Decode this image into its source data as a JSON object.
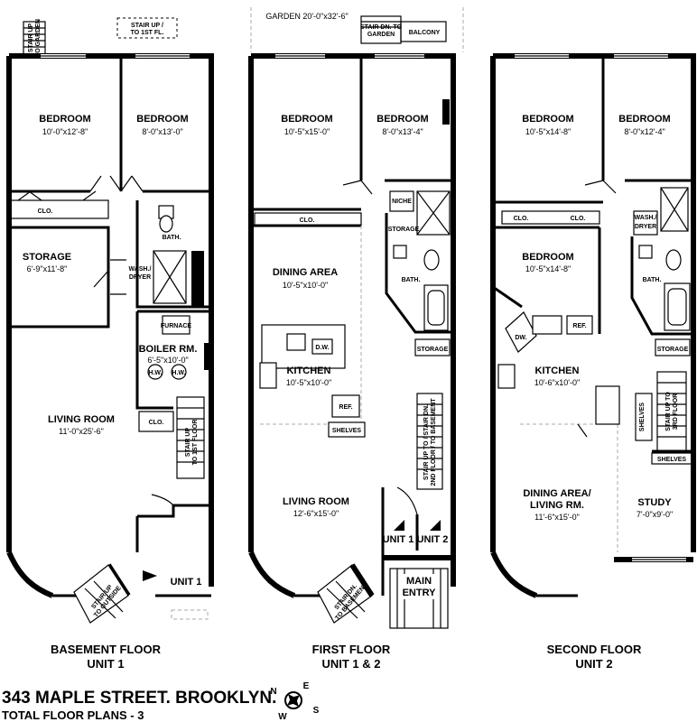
{
  "garden": "GARDEN  20'-0\"x32'-6\"",
  "balcony": "BALCONY",
  "basement": {
    "bed1": "BEDROOM",
    "bed1_dim": "10'-0\"x12'-8\"",
    "bed2": "BEDROOM",
    "bed2_dim": "8'-0\"x13'-0\"",
    "storage": "STORAGE",
    "storage_dim": "6'-9\"x11'-8\"",
    "clo1": "CLO.",
    "bath": "BATH.",
    "wash1": "WASH./",
    "wash2": "DRYER",
    "furnace": "FURNACE",
    "boiler": "BOILER RM.",
    "boiler_dim": "6'-5\"x10'-0\"",
    "hw": "H.W.",
    "clo2": "CLO.",
    "living": "LIVING ROOM",
    "living_dim": "11'-0\"x25'-6\"",
    "stair_garden1": "STAIR UP",
    "stair_garden2": "TO GARDEN",
    "stair_first1": "STAIR UP / ",
    "stair_first2": "TO 1ST FL.",
    "stair_floor1": "STAIR UP",
    "stair_floor2": "TO 1ST FLOOR",
    "stair_out1": "STAIR UP",
    "stair_out2": "TO OUTSIDE",
    "unit": "UNIT 1",
    "caption1": "BASEMENT FLOOR",
    "caption2": "UNIT 1"
  },
  "first": {
    "bed1": "BEDROOM",
    "bed1_dim": "10'-5\"x15'-0\"",
    "bed2": "BEDROOM",
    "bed2_dim": "8'-0\"x13'-4\"",
    "stair_garden1": "STAIR DN. TO",
    "stair_garden2": "GARDEN",
    "niche": "NICHE",
    "clo": "CLO.",
    "storage1": "STORAGE",
    "bath": "BATH.",
    "dining": "DINING AREA",
    "dining_dim": "10'-5\"x10'-0\"",
    "dw": "D.W.",
    "kitchen": "KITCHEN",
    "kitchen_dim": "10'-5\"x10'-0\"",
    "ref": "REF.",
    "shelves": "SHELVES",
    "storage2": "STORAGE",
    "stair_updn1": "STAIR UP TO / STAIR DN.",
    "stair_updn2": "2ND FLOOR / TO BASEMENT",
    "living": "LIVING ROOM",
    "living_dim": "12'-6\"x15'-0\"",
    "unit1": "UNIT 1",
    "unit2": "UNIT 2",
    "main1": "MAIN",
    "main2": "ENTRY",
    "stair_dn1": "STAIR DN.",
    "stair_dn2": "TO BASEMENT",
    "caption1": "FIRST FLOOR",
    "caption2": "UNIT 1 & 2"
  },
  "second": {
    "bed1": "BEDROOM",
    "bed1_dim": "10'-5\"x14'-8\"",
    "bed2": "BEDROOM",
    "bed2_dim": "8'-0\"x12'-4\"",
    "clo1": "CLO.",
    "clo2": "CLO.",
    "wash1": "WASH./",
    "wash2": "DRYER",
    "bed3": "BEDROOM",
    "bed3_dim": "10'-5\"x14'-8\"",
    "bath": "BATH.",
    "dw": "DW.",
    "ref": "REF.",
    "kitchen": "KITCHEN",
    "kitchen_dim": "10'-6\"x10'-0\"",
    "storage": "STORAGE",
    "shelves": "SHELVES",
    "shelves_v": "SHELVES",
    "stair_up1": "STAIR UP TO",
    "stair_up2": "3RD FLOOR",
    "dining1": "DINING AREA/",
    "dining2": "LIVING RM.",
    "dining_dim": "11'-6\"x15'-0\"",
    "study": "STUDY",
    "study_dim": "7'-0\"x9'-0\"",
    "caption1": "SECOND FLOOR",
    "caption2": "UNIT 2"
  },
  "footer": {
    "address": "343 MAPLE STREET. BROOKLYN.",
    "subtitle": "TOTAL FLOOR PLANS - 3",
    "n": "N",
    "e": "E",
    "s": "S",
    "w": "W"
  }
}
